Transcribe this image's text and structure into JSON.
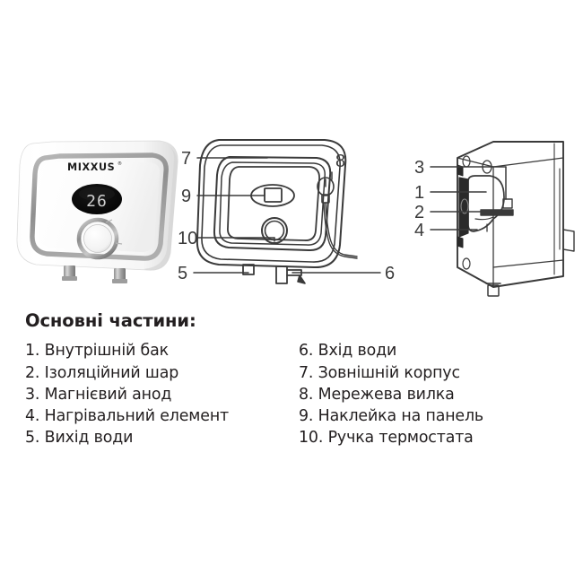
{
  "figures": {
    "product_photo": {
      "brand_logo": "MIXXUS",
      "trademark": "®",
      "display_value": "26",
      "knob_label_min": "",
      "knob_label_max": ""
    },
    "front_diagram": {
      "callouts": [
        {
          "id": "7",
          "label_text": "7"
        },
        {
          "id": "9",
          "label_text": "9"
        },
        {
          "id": "10",
          "label_text": "10"
        },
        {
          "id": "5",
          "label_text": "5"
        },
        {
          "id": "8",
          "label_text": "8"
        },
        {
          "id": "6",
          "label_text": "6"
        }
      ]
    },
    "cutaway_diagram": {
      "callouts": [
        {
          "id": "3",
          "label_text": "3"
        },
        {
          "id": "1",
          "label_text": "1"
        },
        {
          "id": "2",
          "label_text": "2"
        },
        {
          "id": "4",
          "label_text": "4"
        }
      ]
    }
  },
  "parts": {
    "title": "Основні частини:",
    "left_column": [
      "1. Внутрішній бак",
      "2. Ізоляційний шар",
      "3. Магнієвий анод",
      "4. Нагрівальний елемент",
      "5. Вихід води"
    ],
    "right_column": [
      "6. Вхід води",
      "7. Зовнішній корпус",
      "8. Мережева вилка",
      "9. Наклейка на панель",
      "10. Ручка термостата"
    ]
  },
  "colors": {
    "background": "#ffffff",
    "text": "#231f20",
    "line_art": "#3a3a3a",
    "display_bg": "#0a0a0a",
    "display_text": "#d8d8d8",
    "body_grey": "#9a9a9a"
  }
}
